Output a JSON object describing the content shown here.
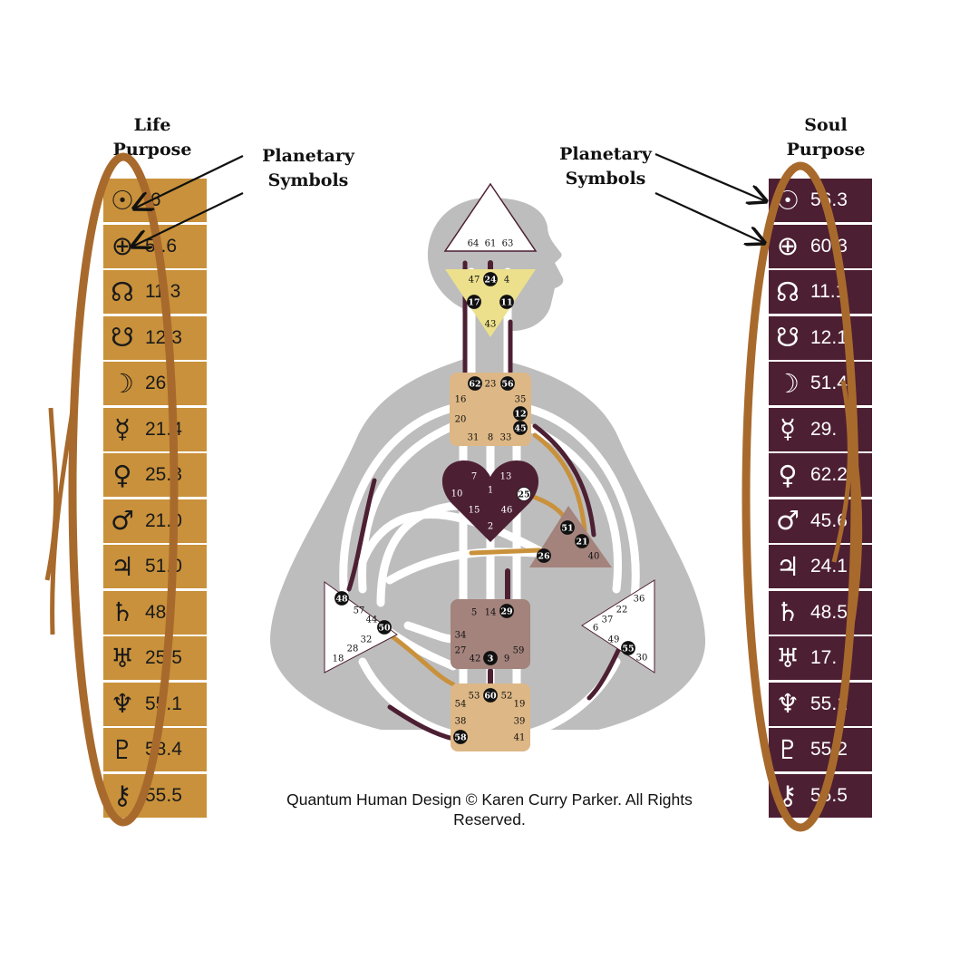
{
  "headings": {
    "life_purpose": [
      "Life",
      "Purpose"
    ],
    "soul_purpose": [
      "Soul",
      "Purpose"
    ],
    "planetary_left": [
      "Planetary",
      "Symbols"
    ],
    "planetary_right": [
      "Planetary",
      "Symbols"
    ]
  },
  "life_purpose_rows": [
    {
      "symbol": "sun",
      "glyph": "☉",
      "value": ".6"
    },
    {
      "symbol": "earth",
      "glyph": "⊕",
      "value": "5 .6"
    },
    {
      "symbol": "north-node",
      "glyph": "☊",
      "value": "11.3"
    },
    {
      "symbol": "south-node",
      "glyph": "☋",
      "value": "12.3"
    },
    {
      "symbol": "moon",
      "glyph": "☽",
      "value": "26."
    },
    {
      "symbol": "mercury",
      "glyph": "☿",
      "value": "21.4"
    },
    {
      "symbol": "venus",
      "glyph": "♀",
      "value": "25.3"
    },
    {
      "symbol": "mars",
      "glyph": "♂",
      "value": "21.0"
    },
    {
      "symbol": "jupiter",
      "glyph": "♃",
      "value": "51.0"
    },
    {
      "symbol": "saturn",
      "glyph": "♄",
      "value": "48."
    },
    {
      "symbol": "uranus",
      "glyph": "♅",
      "value": "25.5"
    },
    {
      "symbol": "neptune",
      "glyph": "♆",
      "value": "55.1"
    },
    {
      "symbol": "pluto",
      "glyph": "♇",
      "value": "58.4"
    },
    {
      "symbol": "chiron",
      "glyph": "⚷",
      "value": "55.5"
    }
  ],
  "soul_purpose_rows": [
    {
      "symbol": "sun",
      "glyph": "☉",
      "value": "56.3"
    },
    {
      "symbol": "earth",
      "glyph": "⊕",
      "value": "60.3"
    },
    {
      "symbol": "north-node",
      "glyph": "☊",
      "value": "11.1"
    },
    {
      "symbol": "south-node",
      "glyph": "☋",
      "value": "12.1"
    },
    {
      "symbol": "moon",
      "glyph": "☽",
      "value": "51.4"
    },
    {
      "symbol": "mercury",
      "glyph": "☿",
      "value": "29."
    },
    {
      "symbol": "venus",
      "glyph": "♀",
      "value": "62.2"
    },
    {
      "symbol": "mars",
      "glyph": "♂",
      "value": "45.6"
    },
    {
      "symbol": "jupiter",
      "glyph": "♃",
      "value": "24.1"
    },
    {
      "symbol": "saturn",
      "glyph": "♄",
      "value": "48.5"
    },
    {
      "symbol": "uranus",
      "glyph": "♅",
      "value": "17."
    },
    {
      "symbol": "neptune",
      "glyph": "♆",
      "value": "55.1"
    },
    {
      "symbol": "pluto",
      "glyph": "♇",
      "value": "55.2"
    },
    {
      "symbol": "chiron",
      "glyph": "⚷",
      "value": "55.5"
    }
  ],
  "caption": [
    "Quantum Human Design © Karen Curry Parker. All Rights",
    "Reserved."
  ],
  "centers": {
    "head": [
      "64",
      "61",
      "63"
    ],
    "ajna": [
      "47",
      "24",
      "4",
      "17",
      "11",
      "43"
    ],
    "throat": [
      "62",
      "23",
      "56",
      "16",
      "35",
      "12",
      "20",
      "45",
      "31",
      "8",
      "33"
    ],
    "heart_g": [
      "7",
      "1",
      "13",
      "10",
      "25",
      "15",
      "46",
      "2"
    ],
    "will": [
      "51",
      "21",
      "26",
      "40"
    ],
    "spleen": [
      "48",
      "57",
      "44",
      "50",
      "32",
      "28",
      "18"
    ],
    "sacral": [
      "5",
      "14",
      "29",
      "34",
      "27",
      "42",
      "3",
      "9",
      "59"
    ],
    "solar_plexus": [
      "36",
      "22",
      "37",
      "6",
      "49",
      "55",
      "30"
    ],
    "root": [
      "53",
      "60",
      "52",
      "54",
      "19",
      "38",
      "39",
      "58",
      "41"
    ]
  },
  "colors": {
    "life_purpose_bg": "#c9913b",
    "soul_purpose_bg": "#4d1f33",
    "circle_stroke": "#a86a2c",
    "silhouette": "#bdbdbd",
    "tan_center": "#ddb785",
    "maroon_center": "#4d1f33",
    "mauve_center": "#a3837c",
    "yellow_center": "#ece08c"
  }
}
